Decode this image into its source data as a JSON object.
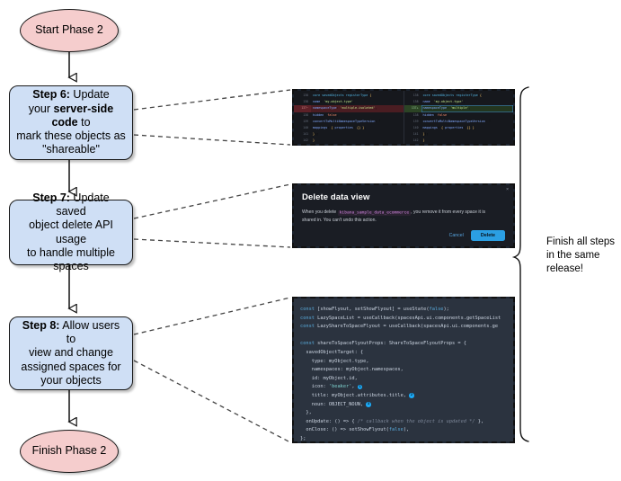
{
  "flow": {
    "start": {
      "label": "Start Phase 2"
    },
    "finish": {
      "label": "Finish Phase 2"
    },
    "steps": [
      {
        "id": "step6",
        "lines": [
          {
            "bold": "Step 6:",
            "rest": " Update"
          },
          {
            "bold": "",
            "rest": "your ",
            "bold2": "server-side code",
            "rest2": " to"
          },
          {
            "bold": "",
            "rest": "mark these objects as"
          },
          {
            "bold": "",
            "rest": "\"shareable\""
          }
        ],
        "line1_bold": "Step 6:",
        "line1_rest": " Update",
        "line2_a": "your ",
        "line2_bold": "server-side code",
        "line2_b": " to",
        "line3": "mark these objects as",
        "line4": "\"shareable\""
      },
      {
        "id": "step7",
        "line1_bold": "Step 7:",
        "line1_rest": " Update saved",
        "line2": "object delete API usage",
        "line3": "to handle multiple spaces"
      },
      {
        "id": "step8",
        "line1_bold": "Step 8:",
        "line1_rest": " Allow users to",
        "line2": "view and change",
        "line3": "assigned spaces for",
        "line4": "your objects"
      }
    ]
  },
  "annotation": {
    "line1": "Finish all steps",
    "line2": "in the same",
    "line3": "release!"
  },
  "diff_screenshot": {
    "left": [
      {
        "num": "138",
        "marker": "",
        "type": "ctx",
        "code": "core.savedObjects.registerType({"
      },
      {
        "num": "138",
        "marker": "",
        "type": "ctx",
        "code": "  name: 'my-object-type',"
      },
      {
        "num": "137",
        "marker": "~",
        "type": "del",
        "code": "  namespaceType: 'multiple-isolated',"
      },
      {
        "num": "138",
        "marker": "",
        "type": "ctx",
        "code": "  hidden: false,"
      },
      {
        "num": "139",
        "marker": "",
        "type": "ctx",
        "code": "  convertToMultiNamespaceTypeVersion: '"
      },
      {
        "num": "140",
        "marker": "",
        "type": "ctx",
        "code": "  mappings: { properties: {} },"
      },
      {
        "num": "141",
        "marker": "",
        "type": "ctx",
        "code": "});"
      },
      {
        "num": "142",
        "marker": "",
        "type": "ctx",
        "code": "}"
      }
    ],
    "right": [
      {
        "num": "138",
        "marker": "",
        "type": "ctx",
        "code": "core.savedObjects.registerType({"
      },
      {
        "num": "138",
        "marker": "",
        "type": "ctx",
        "code": "  name: 'my-object-type',"
      },
      {
        "num": "137",
        "marker": "+",
        "type": "add",
        "code": "  namespaceType: 'multiple',"
      },
      {
        "num": "138",
        "marker": "",
        "type": "ctx",
        "code": "  hidden: false,"
      },
      {
        "num": "139",
        "marker": "",
        "type": "ctx",
        "code": "  convertToMultiNamespaceTypeVersion: '"
      },
      {
        "num": "140",
        "marker": "",
        "type": "ctx",
        "code": "  mappings: { properties: {} },"
      },
      {
        "num": "141",
        "marker": "",
        "type": "ctx",
        "code": "});"
      },
      {
        "num": "142",
        "marker": "",
        "type": "ctx",
        "code": "}"
      }
    ]
  },
  "dialog_screenshot": {
    "title": "Delete data view",
    "close_icon": "×",
    "body_before": "When you delete",
    "body_code": "kibana_sample_data_ecommerce",
    "body_after": ", you remove it from every space it is shared in. You can't undo this action.",
    "cancel_label": "Cancel",
    "delete_label": "Delete",
    "accent": "#2b9fe3"
  },
  "code_screenshot": {
    "lines": [
      "const [showFlyout, setShowFlyout] = useState(false);",
      "const LazySpaceList = useCallback(spacesApi.ui.components.getSpaceList",
      "const LazyShareToSpaceFlyout = useCallback(spacesApi.ui.components.ge",
      "",
      "const shareToSpaceFlyoutProps: ShareToSpaceFlyoutProps = {",
      "  savedObjectTarget: {",
      "    type: myObject.type,",
      "    namespaces: myObject.namespaces,",
      "    id: myObject.id,",
      "    icon: 'beaker',",
      "    title: myObject.attributes.title,",
      "    noun: OBJECT_NOUN,",
      "  },",
      "  onUpdate: () => { /* callback when the object is updated */ },",
      "  onClose: () => setShowFlyout(false),",
      "};"
    ],
    "badges": [
      "1",
      "2",
      "3"
    ]
  },
  "colors": {
    "process_fill": "#cfdff5",
    "terminator_fill": "#f5cdcd",
    "stroke": "#1a1a1a",
    "diff_delete": "#4a1d22",
    "diff_add": "#23361f"
  }
}
